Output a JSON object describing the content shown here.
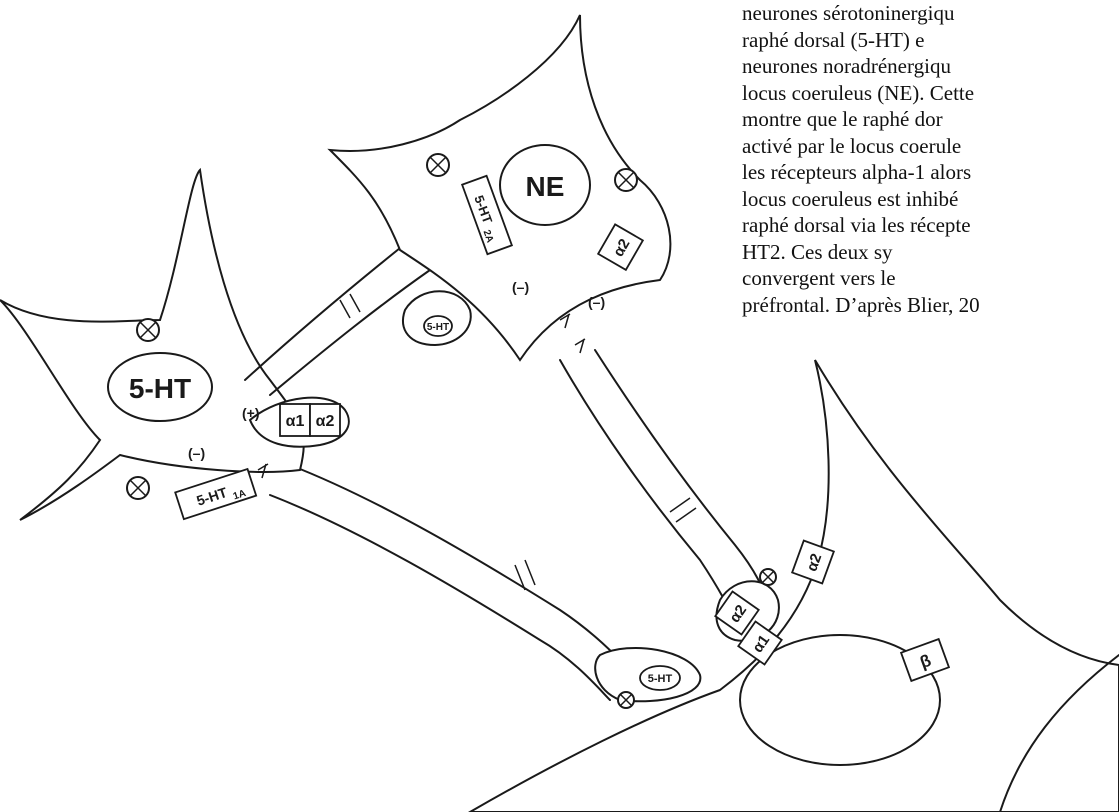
{
  "caption": {
    "lines": [
      "neurones sérotoninergiqu",
      "raphé dorsal (5-HT) e",
      "neurones noradrénergiqu",
      "locus coeruleus (NE). Cette",
      "montre que le raphé dor",
      "activé par le locus coerule",
      "les récepteurs alpha-1 alors",
      "locus coeruleus est inhibé",
      "raphé dorsal via les récepte",
      "HT2.  Ces  deux  sy",
      "convergent vers le",
      "préfrontal. D’après Blier, 20"
    ]
  },
  "diagram": {
    "neurons": {
      "serotonergic": "5-HT",
      "noradrenergic": "NE"
    },
    "receptors": {
      "r_5ht1a_main": "5-HT",
      "r_5ht1a_sub": "1A",
      "r_alpha1_raphe": "α1",
      "r_alpha2_raphe": "α2",
      "r_5ht2a_main": "5-HT",
      "r_5ht2a_sub": "2A",
      "r_alpha2_lc": "α2",
      "r_alpha2_post": "α2",
      "r_alpha1_post": "α1",
      "r_alpha2_target": "α2",
      "r_beta_target": "β"
    },
    "terminals": {
      "t_5ht_bouton": "5-HT",
      "t_5ht_terminal": "5-HT"
    },
    "signs": {
      "plus_raphe": "(+)",
      "minus_raphe": "(–)",
      "minus_lc_5ht2a": "(–)",
      "minus_lc_alpha2": "(–)"
    }
  }
}
